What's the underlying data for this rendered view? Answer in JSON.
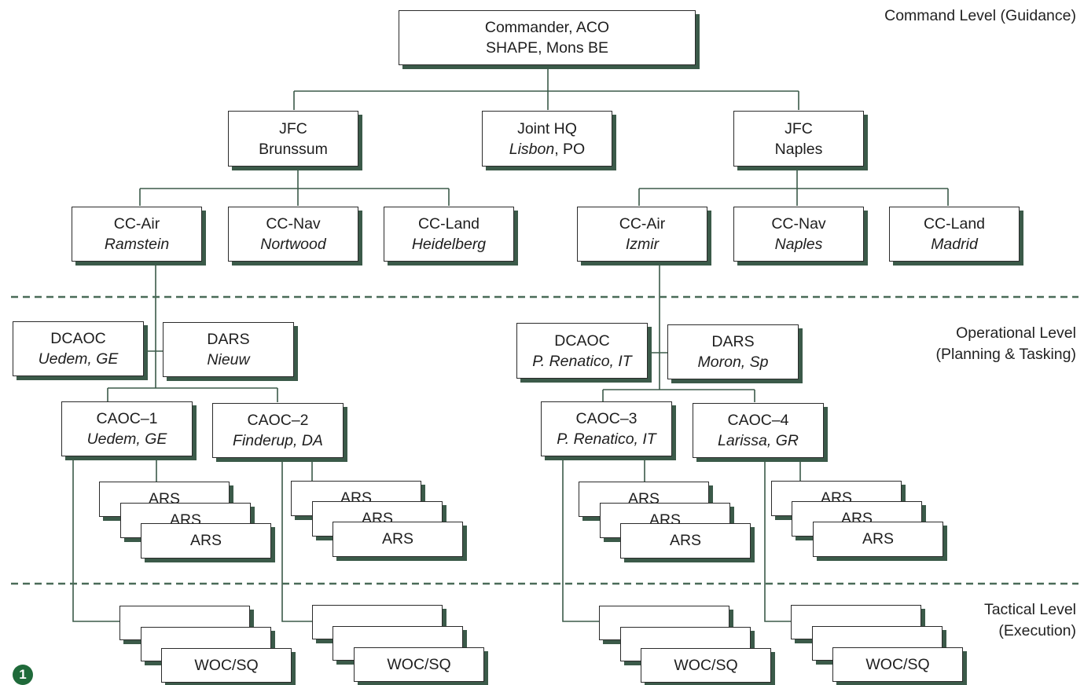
{
  "levels": {
    "command": "Command Level (Guidance)",
    "operational": [
      "Operational Level",
      "(Planning & Tasking)"
    ],
    "tactical": [
      "Tactical Level",
      "(Execution)"
    ]
  },
  "top": {
    "l1": "Commander, ACO",
    "l2": "SHAPE, Mons BE"
  },
  "jfc_brunssum": {
    "l1": "JFC",
    "l2": "Brunssum"
  },
  "joint_hq": {
    "l1": "Joint HQ",
    "l2_city": "Lisbon",
    "l2_rest": ", PO"
  },
  "jfc_naples": {
    "l1": "JFC",
    "l2": "Naples"
  },
  "cc_north": [
    {
      "l1": "CC-Air",
      "l2": "Ramstein"
    },
    {
      "l1": "CC-Nav",
      "l2": "Nortwood"
    },
    {
      "l1": "CC-Land",
      "l2": "Heidelberg"
    }
  ],
  "cc_south": [
    {
      "l1": "CC-Air",
      "l2": "Izmir"
    },
    {
      "l1": "CC-Nav",
      "l2": "Naples"
    },
    {
      "l1": "CC-Land",
      "l2": "Madrid"
    }
  ],
  "dcaoc_north": {
    "l1": "DCAOC",
    "l2": "Uedem, GE"
  },
  "dars_north": {
    "l1": "DARS",
    "l2": "Nieuw"
  },
  "dcaoc_south": {
    "l1": "DCAOC",
    "l2": "P. Renatico, IT"
  },
  "dars_south": {
    "l1": "DARS",
    "l2": "Moron, Sp"
  },
  "caocs": [
    {
      "l1": "CAOC–1",
      "l2": "Uedem, GE"
    },
    {
      "l1": "CAOC–2",
      "l2": "Finderup, DA"
    },
    {
      "l1": "CAOC–3",
      "l2": "P. Renatico, IT"
    },
    {
      "l1": "CAOC–4",
      "l2": "Larissa, GR"
    }
  ],
  "ars_label": "ARS",
  "woc_label": "WOC/SQ",
  "badge": "1",
  "colors": {
    "line": "#3b5a49",
    "shadow": "#3b5a49",
    "dash": "#4a6b58",
    "badge": "#1f6a3a"
  }
}
